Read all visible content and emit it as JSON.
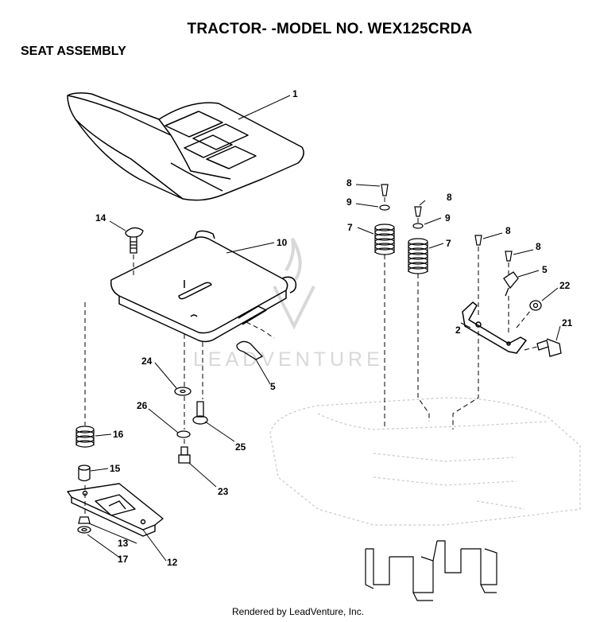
{
  "header": {
    "title": "TRACTOR- -MODEL NO. WEX125CRDA",
    "subtitle": "SEAT ASSEMBLY"
  },
  "watermark": {
    "text": "LEADVENTURE"
  },
  "footer": {
    "text": "Rendered by LeadVenture, Inc."
  },
  "callouts": [
    {
      "id": "c1",
      "label": "1"
    },
    {
      "id": "c10",
      "label": "10"
    },
    {
      "id": "c14",
      "label": "14"
    },
    {
      "id": "c8a",
      "label": "8"
    },
    {
      "id": "c9a",
      "label": "9"
    },
    {
      "id": "c7a",
      "label": "7"
    },
    {
      "id": "c8b",
      "label": "8"
    },
    {
      "id": "c9b",
      "label": "9"
    },
    {
      "id": "c7b",
      "label": "7"
    },
    {
      "id": "c8c",
      "label": "8"
    },
    {
      "id": "c8d",
      "label": "8"
    },
    {
      "id": "c5a",
      "label": "5"
    },
    {
      "id": "c22",
      "label": "22"
    },
    {
      "id": "c2",
      "label": "2"
    },
    {
      "id": "c21",
      "label": "21"
    },
    {
      "id": "c5b",
      "label": "5"
    },
    {
      "id": "c24",
      "label": "24"
    },
    {
      "id": "c26",
      "label": "26"
    },
    {
      "id": "c25",
      "label": "25"
    },
    {
      "id": "c16",
      "label": "16"
    },
    {
      "id": "c15",
      "label": "15"
    },
    {
      "id": "c23",
      "label": "23"
    },
    {
      "id": "c13",
      "label": "13"
    },
    {
      "id": "c17",
      "label": "17"
    },
    {
      "id": "c12",
      "label": "12"
    }
  ],
  "colors": {
    "line": "#000000",
    "watermark": "#d8d8d8",
    "ghost": "#c8c8c8"
  }
}
